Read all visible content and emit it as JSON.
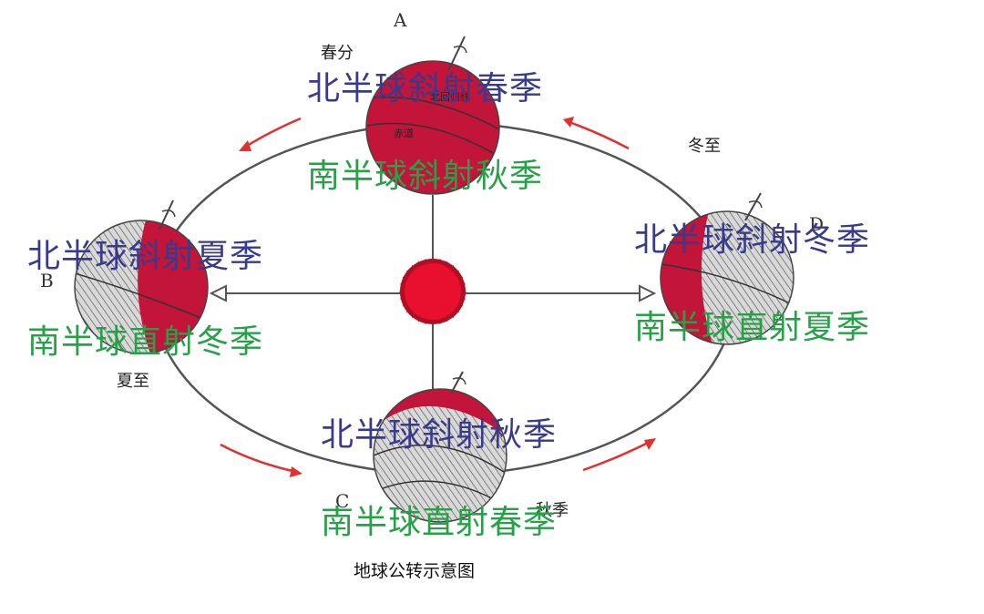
{
  "colors": {
    "north_text": "#3a3a8a",
    "south_text": "#27a048",
    "lit": "#c3143a",
    "sun": "#e8102e",
    "arrow": "#e03030",
    "orbit": "#555555"
  },
  "positions": {
    "A": {
      "letter": "A",
      "term": "春分",
      "north_note": "北半球斜射春季",
      "south_note": "南半球斜射秋季"
    },
    "B": {
      "letter": "B",
      "term": "夏至",
      "north_note": "北半球斜射夏季",
      "south_note": "南半球直射冬季"
    },
    "C": {
      "letter": "C",
      "term": "秋季",
      "north_note": "北半球斜射秋季",
      "south_note": "南半球直射春季"
    },
    "D": {
      "letter": "D",
      "term": "冬至",
      "north_note": "北半球斜射冬季",
      "south_note": "南半球直射夏季"
    }
  },
  "globe_labels": {
    "tropic": "北回归线",
    "equator": "赤道"
  },
  "caption": "地球公转示意图"
}
